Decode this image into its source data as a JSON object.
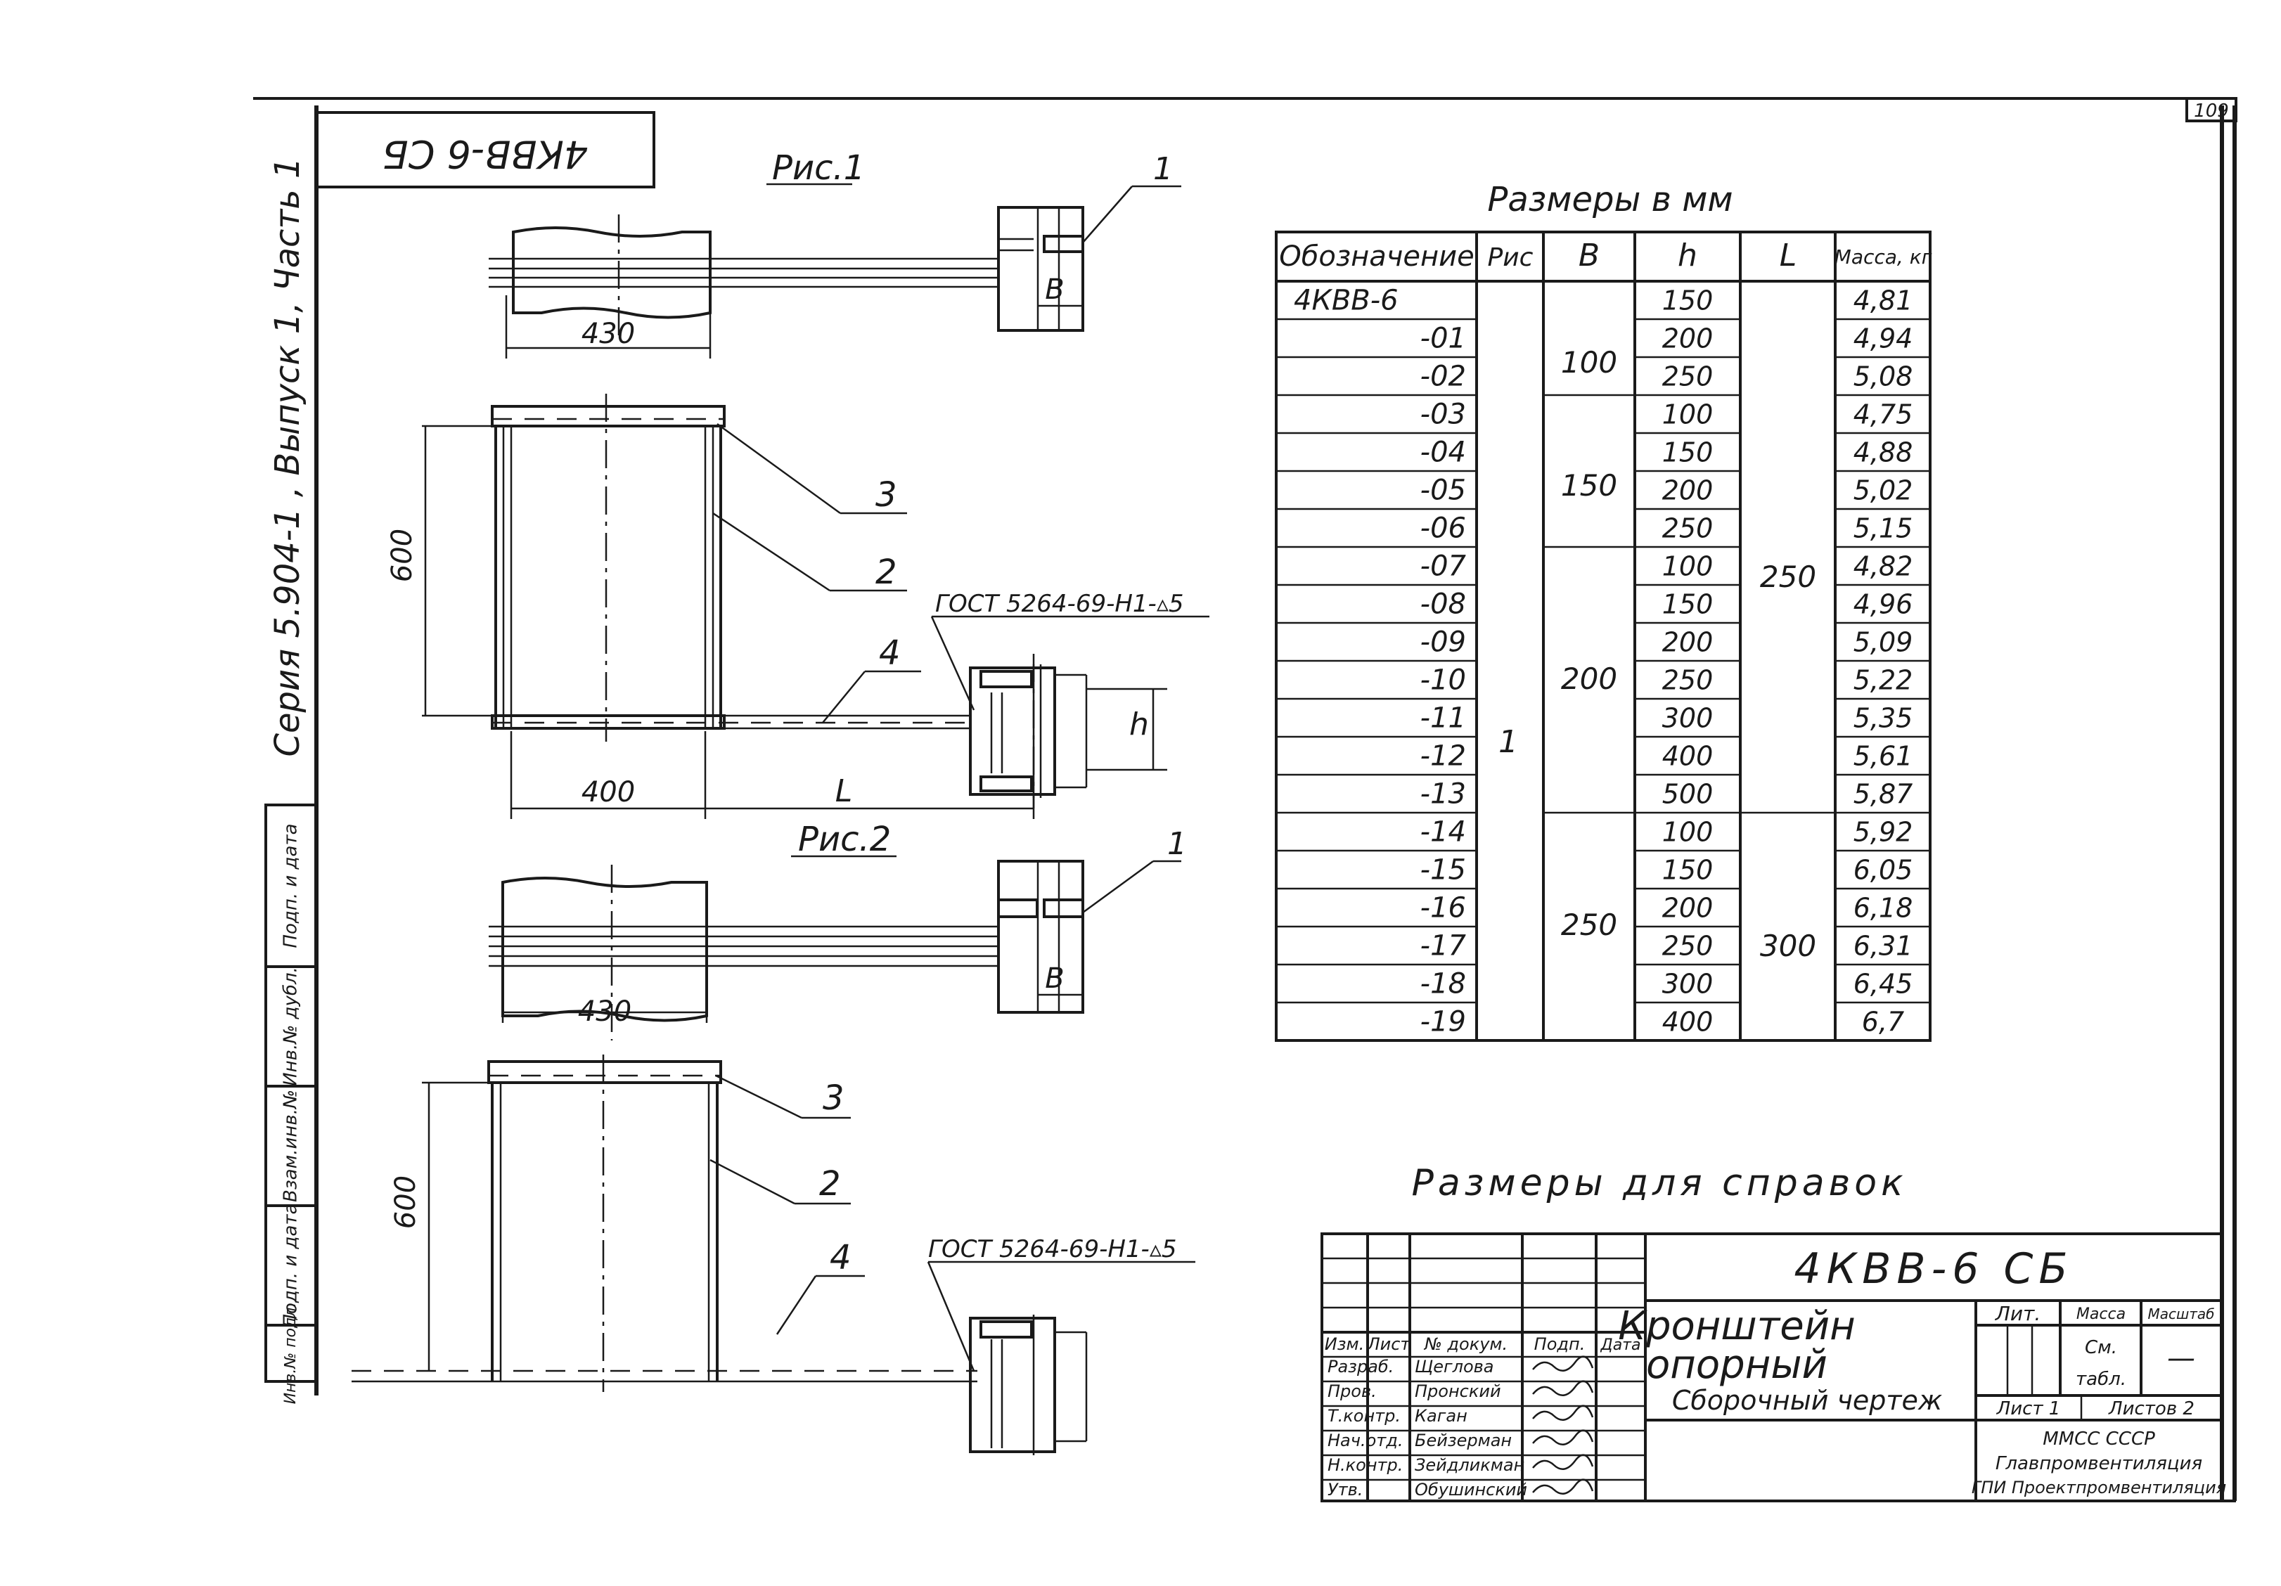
{
  "sheet": {
    "page_number": "109",
    "code_stamp": "4КВВ-6 СБ",
    "series_stamp": "Серия 5.904-1 , Выпуск 1, Часть 1",
    "side_stamp_fields": [
      "Подп. и дата",
      "Инв.№ дубл.",
      "Взам.инв.№",
      "Подп. и дата",
      "Инв.№ подл."
    ]
  },
  "figures": {
    "fig1_label": "Рис.1",
    "fig2_label": "Рис.2",
    "dim_430_a": "430",
    "dim_430_b": "430",
    "dim_600_a": "600",
    "dim_600_b": "600",
    "dim_400": "400",
    "dim_L": "L",
    "dim_h": "h",
    "dim_B_a": "B",
    "dim_B_b": "B",
    "pos_1a": "1",
    "pos_1b": "1",
    "pos_2a": "2",
    "pos_2b": "2",
    "pos_3a": "3",
    "pos_3b": "3",
    "pos_4a": "4",
    "pos_4b": "4",
    "weld_a": "ГОСТ 5264-69-Н1-▵5",
    "weld_b": "ГОСТ 5264-69-Н1-▵5"
  },
  "table": {
    "caption": "Размеры в мм",
    "headers": {
      "designation": "Обозначение",
      "fig": "Рис",
      "B": "В",
      "h": "h",
      "L": "L",
      "mass": "Масса, кг"
    },
    "rows": [
      {
        "designation": "4КВВ-6",
        "h": "150",
        "mass": "4,81"
      },
      {
        "designation": "-01",
        "h": "200",
        "mass": "4,94"
      },
      {
        "designation": "-02",
        "h": "250",
        "mass": "5,08"
      },
      {
        "designation": "-03",
        "h": "100",
        "mass": "4,75"
      },
      {
        "designation": "-04",
        "h": "150",
        "mass": "4,88"
      },
      {
        "designation": "-05",
        "h": "200",
        "mass": "5,02"
      },
      {
        "designation": "-06",
        "h": "250",
        "mass": "5,15"
      },
      {
        "designation": "-07",
        "h": "100",
        "mass": "4,82"
      },
      {
        "designation": "-08",
        "h": "150",
        "mass": "4,96"
      },
      {
        "designation": "-09",
        "h": "200",
        "mass": "5,09"
      },
      {
        "designation": "-10",
        "h": "250",
        "mass": "5,22"
      },
      {
        "designation": "-11",
        "h": "300",
        "mass": "5,35"
      },
      {
        "designation": "-12",
        "h": "400",
        "mass": "5,61"
      },
      {
        "designation": "-13",
        "h": "500",
        "mass": "5,87"
      },
      {
        "designation": "-14",
        "h": "100",
        "mass": "5,92"
      },
      {
        "designation": "-15",
        "h": "150",
        "mass": "6,05"
      },
      {
        "designation": "-16",
        "h": "200",
        "mass": "6,18"
      },
      {
        "designation": "-17",
        "h": "250",
        "mass": "6,31"
      },
      {
        "designation": "-18",
        "h": "300",
        "mass": "6,45"
      },
      {
        "designation": "-19",
        "h": "400",
        "mass": "6,7"
      }
    ],
    "merged": {
      "fig": "1",
      "B_100": "100",
      "B_150": "150",
      "B_200": "200",
      "B_250": "250",
      "L_250": "250",
      "L_300": "300"
    }
  },
  "reference_note": "Размеры для справок",
  "title_block": {
    "code": "4КВВ-6 СБ",
    "title_line1": "Кронштейн",
    "title_line2": "опорный",
    "subtitle": "Сборочный чертеж",
    "col_headers": [
      "Изм.",
      "Лист",
      "№ докум.",
      "Подп.",
      "Дата"
    ],
    "roles": [
      {
        "role": "Разраб.",
        "name": "Щеглова"
      },
      {
        "role": "Пров.",
        "name": "Пронский"
      },
      {
        "role": "Т.контр.",
        "name": "Каган"
      },
      {
        "role": "Нач.отд.",
        "name": "Бейзерман"
      },
      {
        "role": "Н.контр.",
        "name": "Зейдликман"
      },
      {
        "role": "Утв.",
        "name": "Обушинский"
      }
    ],
    "lit_label": "Лит.",
    "mass_label": "Масса",
    "scale_label": "Масштаб",
    "mass_value_1": "См.",
    "mass_value_2": "табл.",
    "scale_value": "—",
    "sheet_label": "Лист 1",
    "sheets_label": "Листов 2",
    "org_line1": "ММСС СССР",
    "org_line2": "Главпромвентиляция",
    "org_line3": "ГПИ Проектпромвентиляция"
  }
}
